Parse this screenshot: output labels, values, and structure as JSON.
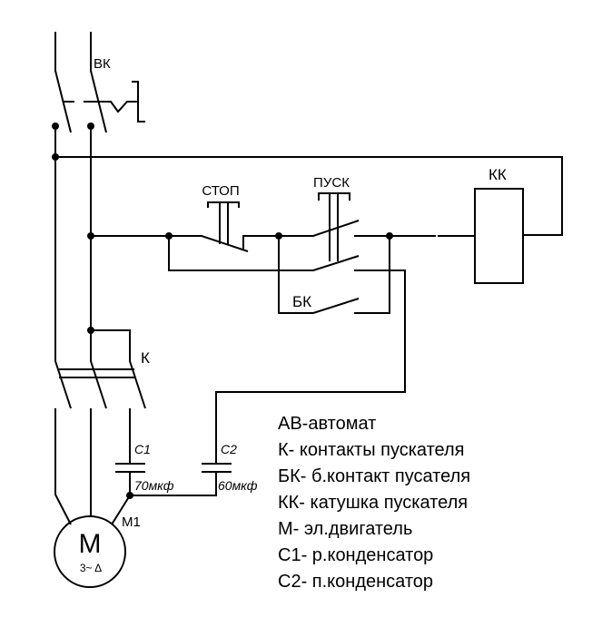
{
  "labels": {
    "breaker": "ВК",
    "stop": "СТОП",
    "start": "ПУСК",
    "coil": "КК",
    "aux_contact": "БК",
    "contacts": "К",
    "c1": "C1",
    "c1_value": "70мкф",
    "c2": "C2",
    "c2_value": "60мкф",
    "motor_terminal": "M1",
    "motor": "M",
    "motor_spec": "3~ Δ"
  },
  "legend": [
    "АВ-автомат",
    "К- контакты пускателя",
    "БК- б.контакт пусателя",
    "КК- катушка пускателя",
    "М- эл.двигатель",
    "С1- р.конденсатор",
    "С2- п.конденсатор"
  ]
}
